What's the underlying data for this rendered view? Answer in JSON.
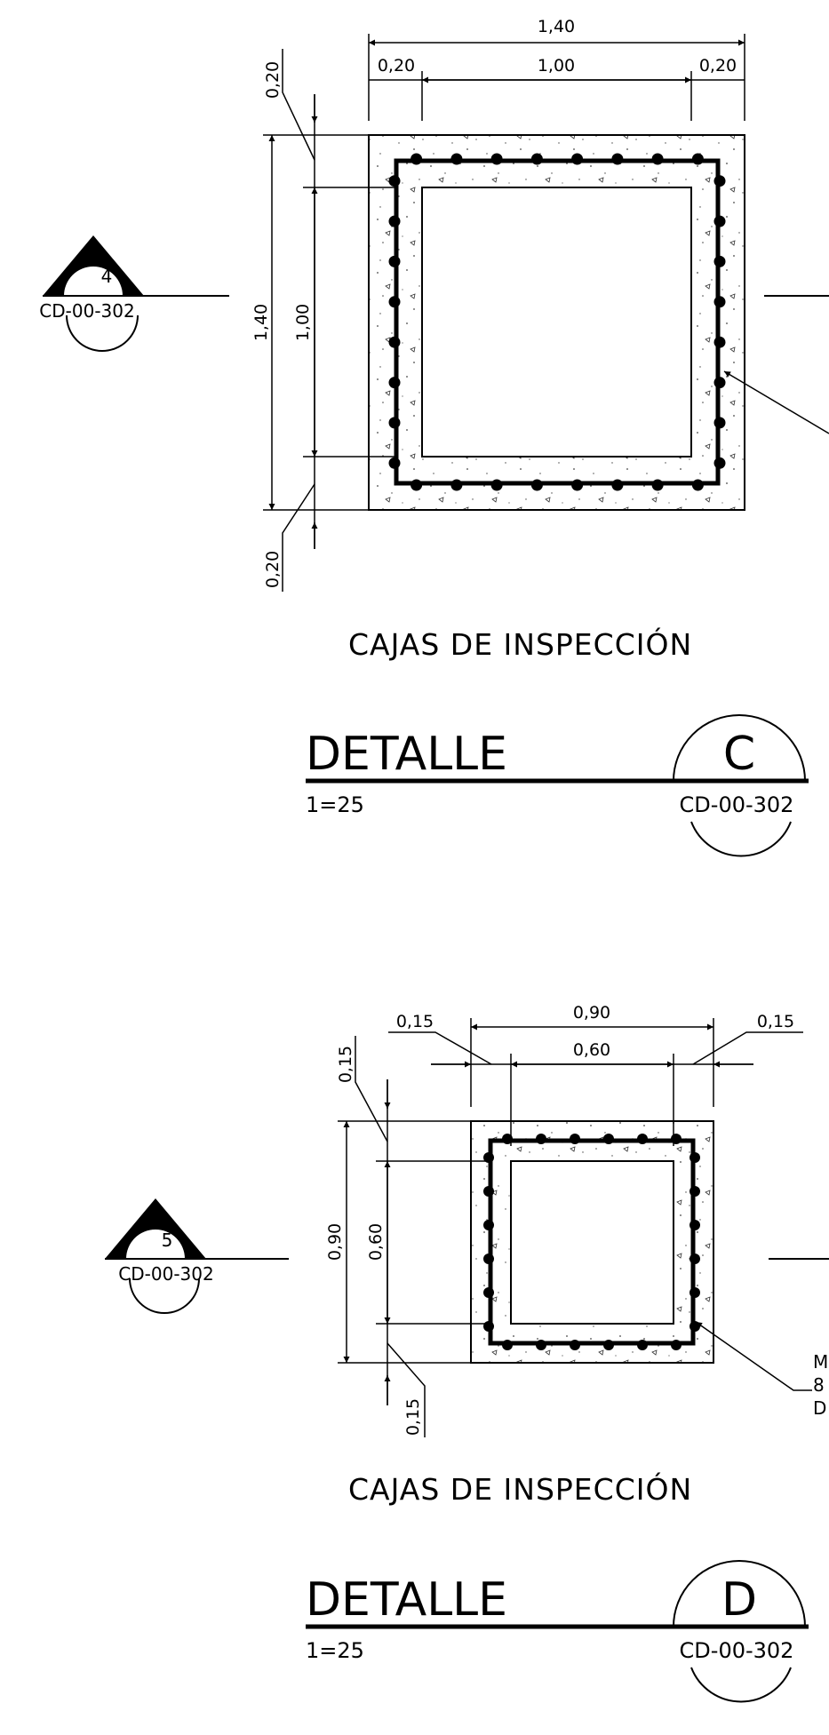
{
  "detail_c": {
    "dims": {
      "top_total": "1,40",
      "top_left": "0,20",
      "top_mid": "1,00",
      "top_right": "0,20",
      "left_top": "0,20",
      "left_total": "1,40",
      "left_mid": "1,00",
      "left_bot": "0,20"
    },
    "section_marker": {
      "number": "4",
      "sheet": "CD-00-302"
    },
    "caption": "CAJAS DE INSPECCIÓN",
    "label": "DETALLE",
    "scale": "1=25",
    "callout": {
      "letter": "C",
      "sheet": "CD-00-302"
    }
  },
  "detail_d": {
    "dims": {
      "top_left": "0,15",
      "top_total": "0,90",
      "top_mid": "0,60",
      "top_right": "0,15",
      "left_top": "0,15",
      "left_total": "0,90",
      "left_mid": "0,60",
      "left_bot": "0,15"
    },
    "section_marker": {
      "number": "5",
      "sheet": "CD-00-302"
    },
    "caption": "CAJAS DE INSPECCIÓN",
    "label": "DETALLE",
    "scale": "1=25",
    "callout": {
      "letter": "D",
      "sheet": "CD-00-302"
    },
    "note_fragment": [
      "M",
      "8",
      "D"
    ]
  }
}
